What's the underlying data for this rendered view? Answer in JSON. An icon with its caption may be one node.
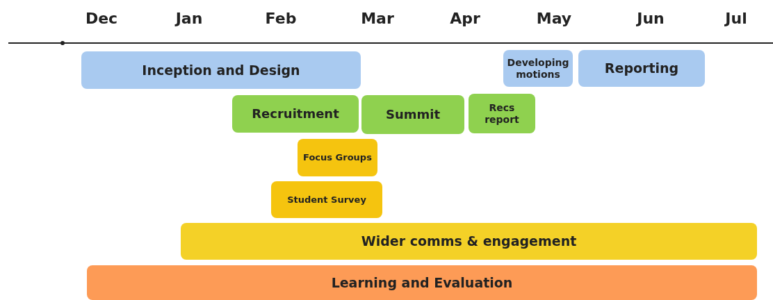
{
  "diagram": {
    "nodes": [
      {
        "text": [
          "Inception and Design"
        ]
      },
      {
        "text": [
          "Developing motions"
        ]
      },
      {
        "text": [
          "Reporting"
        ]
      },
      {
        "text": [
          "Recruitment"
        ]
      },
      {
        "text": [
          "Summit"
        ]
      },
      {
        "text": [
          "Recs report"
        ]
      },
      {
        "text": [
          "Focus Groups"
        ]
      },
      {
        "text": [
          "Student Survey"
        ]
      },
      {
        "text": [
          "Wider comms & engagement"
        ]
      },
      {
        "text": [
          "Learning and Evaluation"
        ]
      }
    ],
    "labels": [
      "Dec",
      "Jan",
      "Feb",
      "Mar",
      "Apr",
      "May",
      "Jun",
      "Jul"
    ]
  }
}
